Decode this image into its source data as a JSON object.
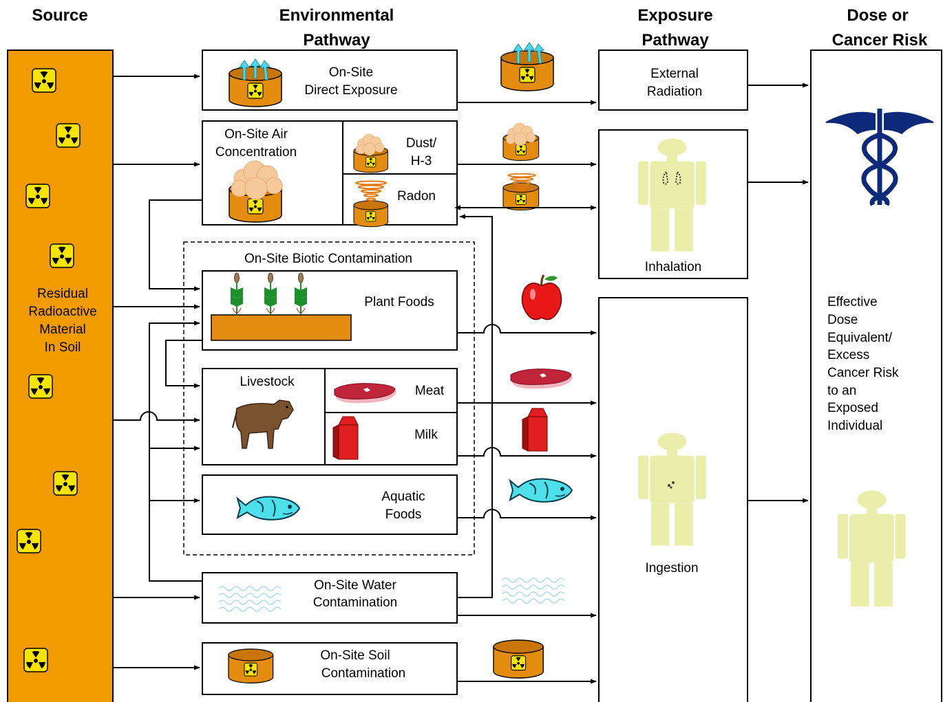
{
  "headers": {
    "source": "Source",
    "environmental": [
      "Environmental",
      "Pathway"
    ],
    "exposure": [
      "Exposure",
      "Pathway"
    ],
    "dose": [
      "Dose or",
      "Cancer Risk"
    ]
  },
  "source": {
    "label": [
      "Residual",
      "Radioactive",
      "Material",
      "In Soil"
    ]
  },
  "environmental": {
    "direct": [
      "On-Site",
      "Direct Exposure"
    ],
    "air": [
      "On-Site Air",
      "Concentration"
    ],
    "dust": [
      "Dust/",
      "H-3"
    ],
    "radon": "Radon",
    "biotic": "On-Site Biotic Contamination",
    "plant": "Plant Foods",
    "livestock": "Livestock",
    "meat": "Meat",
    "milk": "Milk",
    "aquatic": [
      "Aquatic",
      "Foods"
    ],
    "water": [
      "On-Site Water",
      "Contamination"
    ],
    "soil": [
      "On-Site Soil",
      "Contamination"
    ]
  },
  "exposure": {
    "external": [
      "External",
      "Radiation"
    ],
    "inhalation": "Inhalation",
    "ingestion": "Ingestion"
  },
  "dose": {
    "label": [
      "Effective",
      "Dose",
      "Equivalent/",
      "Excess",
      "Cancer Risk",
      "to an",
      "Exposed",
      "Individual"
    ]
  },
  "colors": {
    "orange": "#F29B00",
    "drum": "#E38C10",
    "person": "#E9EFAA",
    "caduceus": "#0D2A7A",
    "plant": "#1B8F2A",
    "meat": "#C0243A",
    "milk": "#E02020",
    "fish": "#4DE0EA",
    "water": "#B7E3EE"
  },
  "icons": [
    "radiation-icon",
    "drum-icon",
    "cloud-icon",
    "radon-icon",
    "plant-icon",
    "cow-icon",
    "meat-icon",
    "milk-carton-icon",
    "fish-icon",
    "apple-icon",
    "water-waves-icon",
    "person-icon",
    "caduceus-icon",
    "arrow-icon"
  ]
}
